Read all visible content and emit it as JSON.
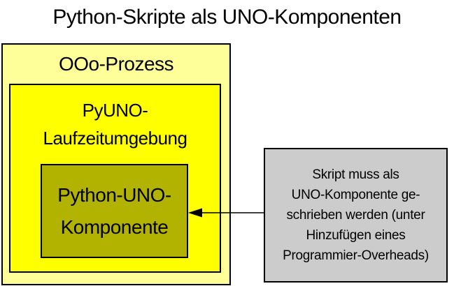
{
  "title": "Python-Skripte als UNO-Komponenten",
  "diagram": {
    "outer_box": {
      "label": "OOo-Prozess",
      "fill": "#FFFF99",
      "border": "#000000"
    },
    "middle_box": {
      "lines": [
        "PyUNO-",
        "Laufzeitumgebung"
      ],
      "fill": "#FFFF00",
      "border": "#000000"
    },
    "inner_box": {
      "lines": [
        "Python-UNO-",
        "Komponente"
      ],
      "fill": "#B2B200",
      "border": "#000000"
    },
    "note_box": {
      "lines": [
        "Skript muss als",
        "UNO-Komponente ge-",
        "schrieben werden (unter",
        "Hinzufügen eines",
        "Programmier-Overheads)"
      ],
      "fill": "#CCCCCC",
      "border": "#000000"
    },
    "arrow": {
      "icon": "arrow-left-icon",
      "from": "note_box",
      "to": "inner_box",
      "color": "#000000"
    }
  }
}
